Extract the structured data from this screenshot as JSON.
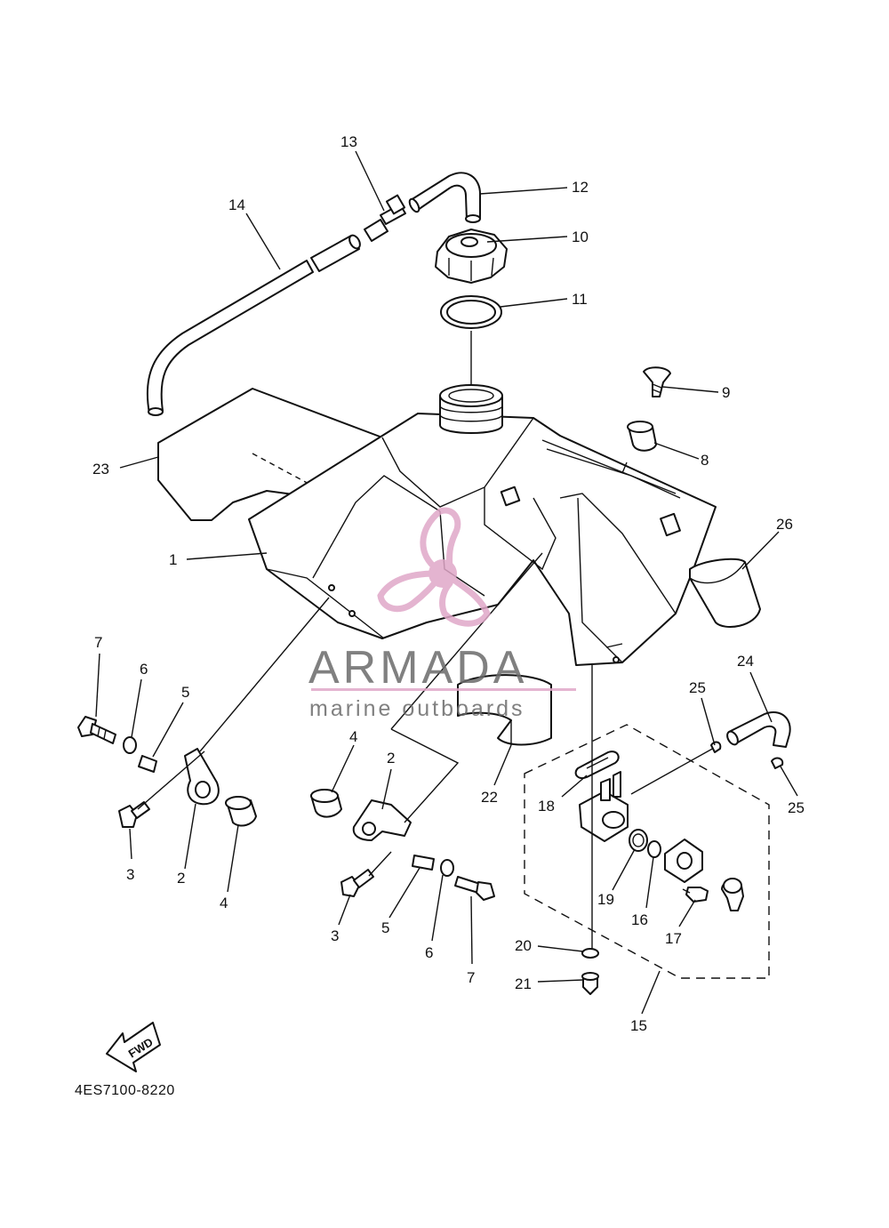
{
  "callouts": {
    "c1": "1",
    "c2a": "2",
    "c2b": "2",
    "c3a": "3",
    "c3b": "3",
    "c4a": "4",
    "c4b": "4",
    "c5a": "5",
    "c5b": "5",
    "c6a": "6",
    "c6b": "6",
    "c7a": "7",
    "c7b": "7",
    "c8": "8",
    "c9": "9",
    "c10": "10",
    "c11": "11",
    "c12": "12",
    "c13": "13",
    "c14": "14",
    "c15": "15",
    "c16": "16",
    "c17": "17",
    "c18": "18",
    "c19": "19",
    "c20": "20",
    "c21": "21",
    "c22": "22",
    "c23": "23",
    "c24": "24",
    "c25a": "25",
    "c25b": "25",
    "c26": "26"
  },
  "fwd_label": "FWD",
  "diagram_code": "4ES7100-8220",
  "watermark": {
    "brand": "ARMADA",
    "tagline": "marine outboards",
    "logo_color": "#e0a7c8",
    "text_color": "#6a6a6a"
  }
}
